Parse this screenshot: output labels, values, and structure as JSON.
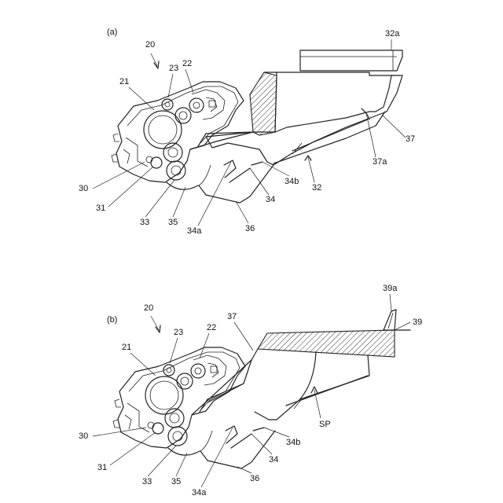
{
  "panels": [
    {
      "id": "a",
      "panel_label": "(a)",
      "labels": {
        "p20": "20",
        "p21": "21",
        "p22": "22",
        "p23": "23",
        "p30": "30",
        "p31": "31",
        "p32": "32",
        "p32a": "32a",
        "p33": "33",
        "p34": "34",
        "p34a": "34a",
        "p34b": "34b",
        "p35": "35",
        "p36": "36",
        "p37": "37",
        "p37a": "37a"
      }
    },
    {
      "id": "b",
      "panel_label": "(b)",
      "labels": {
        "p20": "20",
        "p21": "21",
        "p22": "22",
        "p23": "23",
        "p30": "30",
        "p31": "31",
        "p33": "33",
        "p34": "34",
        "p34a": "34a",
        "p34b": "34b",
        "p35": "35",
        "p36": "36",
        "p37": "37",
        "p39": "39",
        "p39a": "39a",
        "pSP": "SP"
      }
    }
  ]
}
